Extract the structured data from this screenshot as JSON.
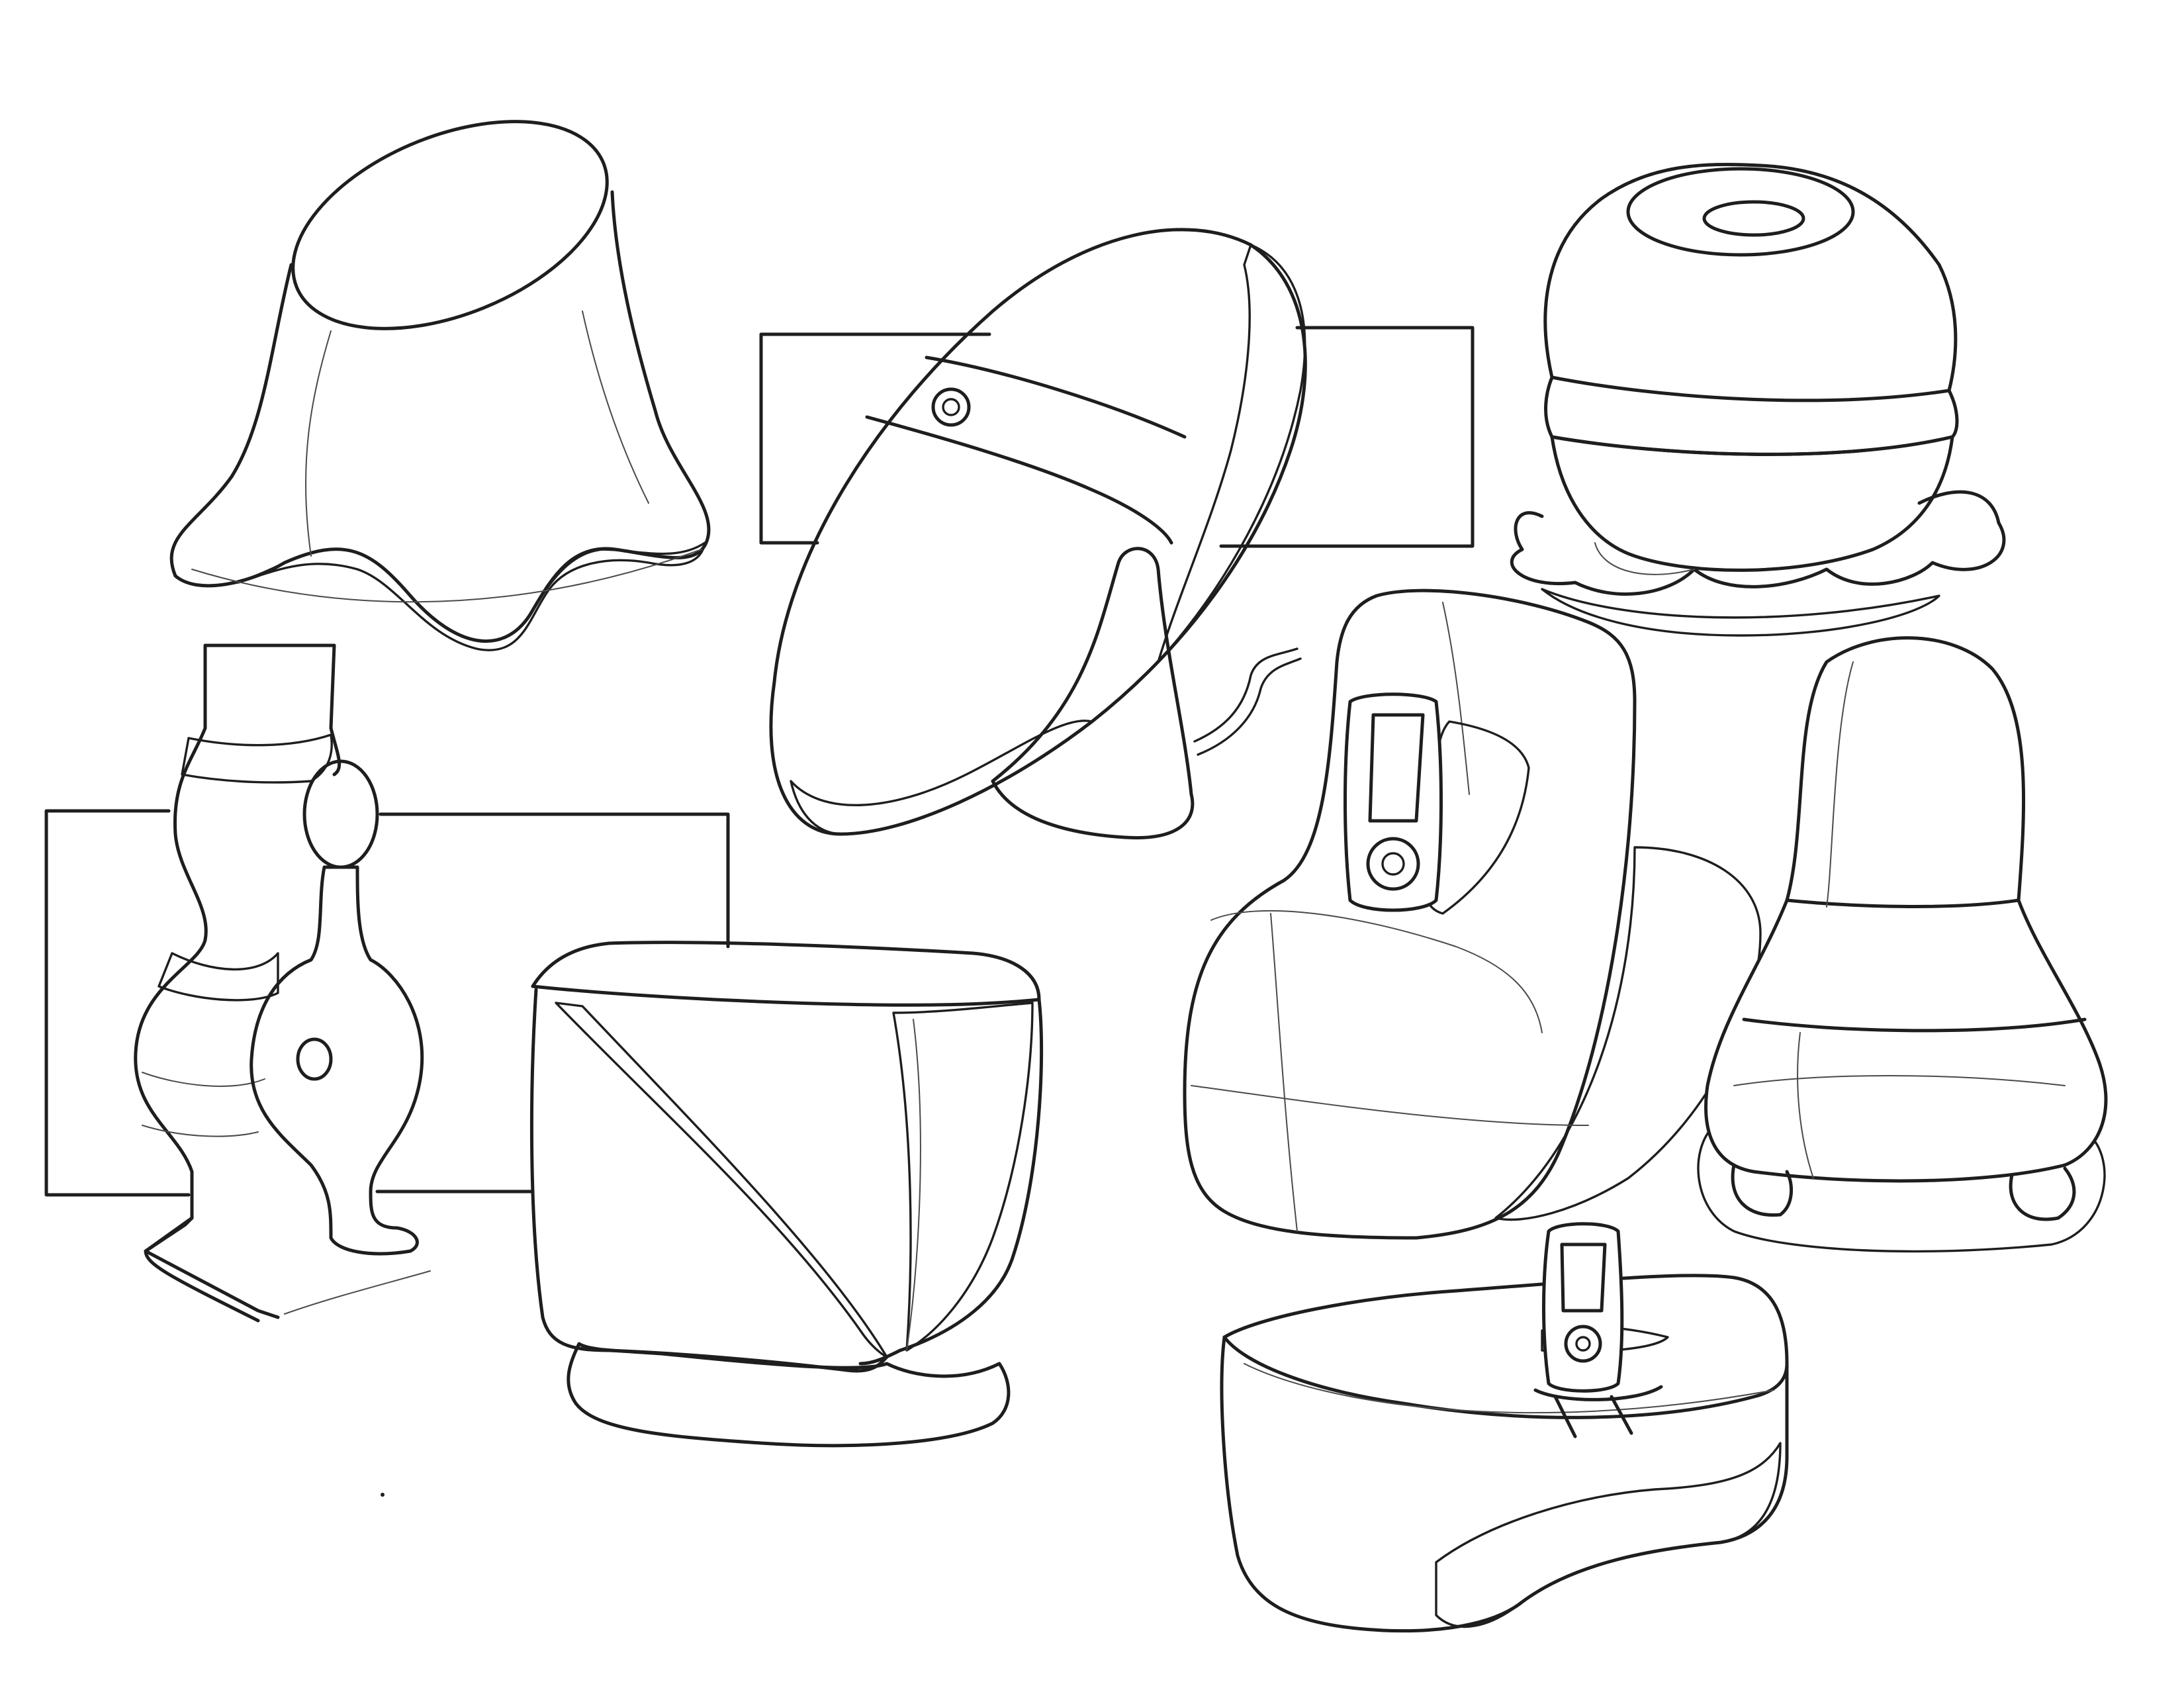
{
  "sketch": {
    "ink_color": "#1e1e1e",
    "hatch_color": "#555555",
    "paper_color": "#ffffff",
    "objects": [
      {
        "name": "bell-lampshade-sketch",
        "icon": "lampshade"
      },
      {
        "name": "tilted-oval-speaker-sketch",
        "icon": "oval-speaker"
      },
      {
        "name": "round-humidifier-sketch",
        "icon": "sphere-humidifier"
      },
      {
        "name": "curvy-vase-lamp-sketch",
        "icon": "vase"
      },
      {
        "name": "soft-cube-sketch",
        "icon": "cube"
      },
      {
        "name": "pebble-player-dock-sketch",
        "icon": "player-dock"
      },
      {
        "name": "bell-dome-device-sketch",
        "icon": "bell-dome"
      },
      {
        "name": "flat-base-player-dock-sketch",
        "icon": "flat-dock"
      }
    ]
  }
}
